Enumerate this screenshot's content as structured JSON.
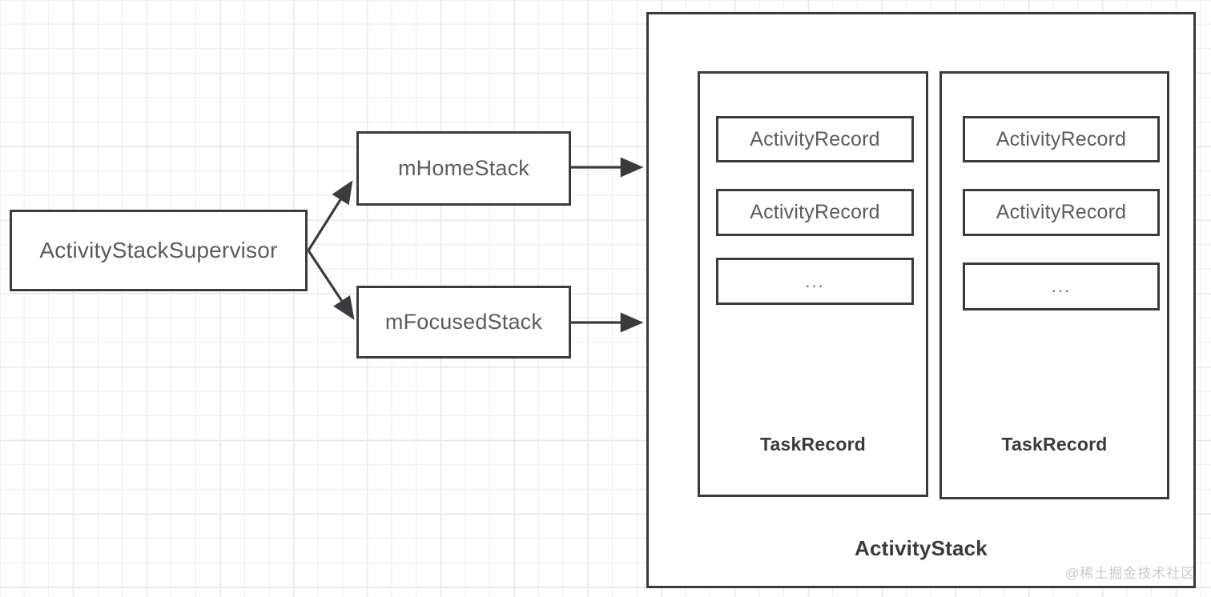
{
  "diagram": {
    "title_hidden": "",
    "supervisor": {
      "label": "ActivityStackSupervisor"
    },
    "stacks": [
      {
        "label": "mHomeStack"
      },
      {
        "label": "mFocusedStack"
      }
    ],
    "activity_stack": {
      "label": "ActivityStack",
      "tasks": [
        {
          "label": "TaskRecord",
          "records": [
            {
              "label": "ActivityRecord"
            },
            {
              "label": "ActivityRecord"
            },
            {
              "label": "..."
            }
          ]
        },
        {
          "label": "TaskRecord",
          "records": [
            {
              "label": "ActivityRecord"
            },
            {
              "label": "ActivityRecord"
            },
            {
              "label": "..."
            }
          ]
        }
      ]
    },
    "edges": [
      {
        "name": "supervisor-to-home-stack"
      },
      {
        "name": "supervisor-to-focused-stack"
      },
      {
        "name": "home-stack-to-activity-stack"
      },
      {
        "name": "focused-stack-to-activity-stack"
      }
    ],
    "colors": {
      "stroke": "#3b3b3d",
      "text": "#5c5c5e",
      "bold_text": "#3a3a3c",
      "grid_minor": "#ececed",
      "grid_major": "#e2e3e4",
      "watermark": "#c9cacb",
      "background": "#ffffff"
    },
    "watermark": "@稀土掘金技术社区"
  }
}
